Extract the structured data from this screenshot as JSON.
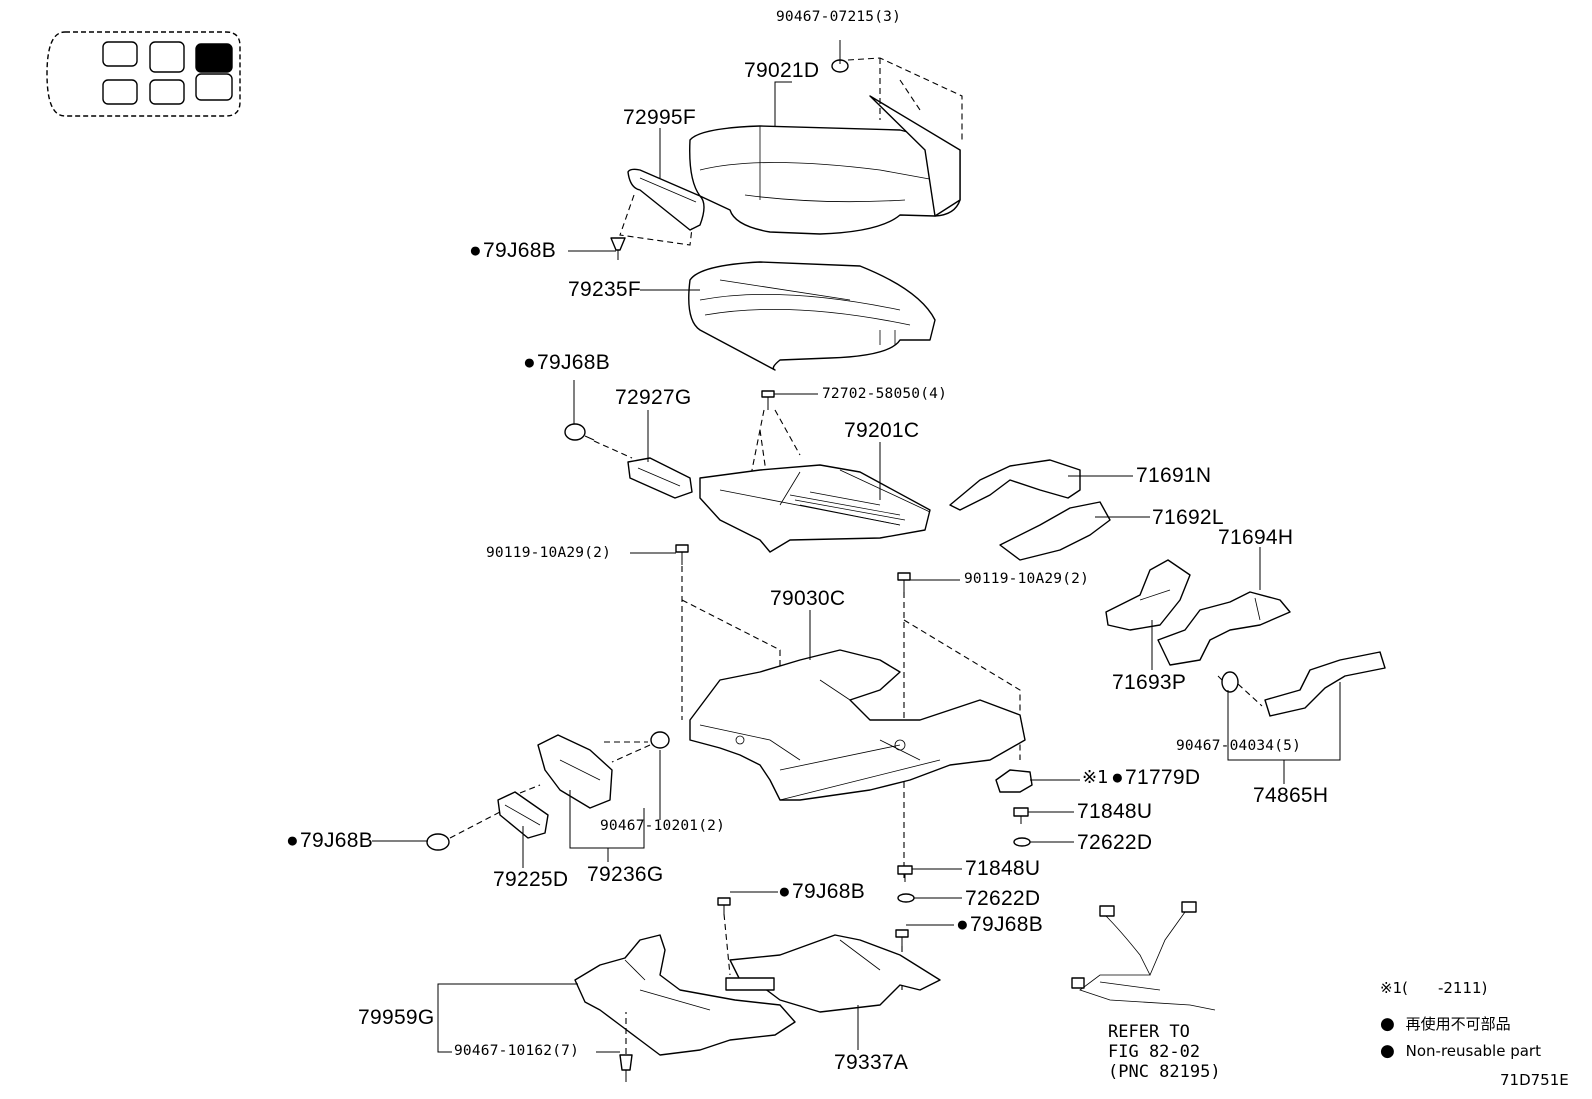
{
  "inset": {
    "selected_index": 2
  },
  "labels": {
    "p90467_07215": "90467-07215(3)",
    "p79021D": "79021D",
    "p72995F": "72995F",
    "p79J68B_a": "79J68B",
    "p79235F": "79235F",
    "p79J68B_b": "79J68B",
    "p72927G": "72927G",
    "p72702_58050": "72702-58050(4)",
    "p79201C": "79201C",
    "p71691N": "71691N",
    "p71692L": "71692L",
    "p71694H": "71694H",
    "p90119_10A29_a": "90119-10A29(2)",
    "p90119_10A29_b": "90119-10A29(2)",
    "p79030C": "79030C",
    "p71693P": "71693P",
    "p90467_04034": "90467-04034(5)",
    "p71779D_prefix": "※1",
    "p71779D": "71779D",
    "p74865H": "74865H",
    "p71848U_a": "71848U",
    "p72622D_a": "72622D",
    "p90467_10201": "90467-10201(2)",
    "p79J68B_c": "79J68B",
    "p79225D": "79225D",
    "p79236G": "79236G",
    "p71848U_b": "71848U",
    "p72622D_b": "72622D",
    "p79J68B_d": "79J68B",
    "p79J68B_e": "79J68B",
    "p79959G": "79959G",
    "p90467_10162": "90467-10162(7)",
    "p79337A": "79337A"
  },
  "reference": {
    "line1": "REFER TO",
    "line2": "FIG 82-02",
    "line3": "(PNC 82195)"
  },
  "legend": {
    "note": "※1(　　-2111)",
    "jp": "再使用不可部品",
    "en": "Non-reusable part"
  },
  "illustration_code": "71D751E"
}
